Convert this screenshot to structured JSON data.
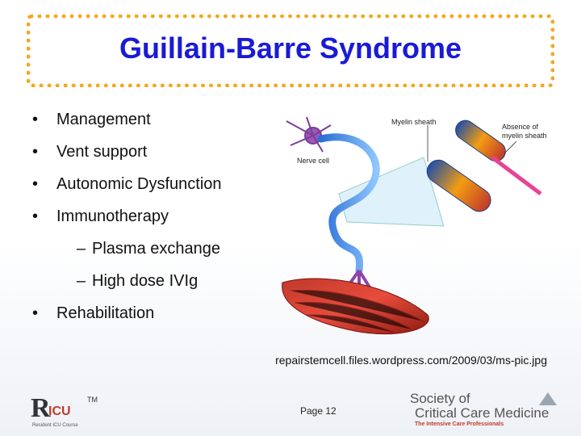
{
  "slide": {
    "title": "Guillain-Barre Syndrome",
    "bullets": [
      {
        "marker": "•",
        "text": "Management"
      },
      {
        "marker": "•",
        "text": "Vent support"
      },
      {
        "marker": "•",
        "text": "Autonomic Dysfunction"
      },
      {
        "marker": "•",
        "text": "Immunotherapy"
      },
      {
        "marker": "–",
        "text": "Plasma exchange"
      },
      {
        "marker": "–",
        "text": "High dose IVIg"
      },
      {
        "marker": "•",
        "text": "Rehabilitation"
      }
    ],
    "figure_labels": {
      "nerve_cell": "Nerve cell",
      "myelin_sheath": "Myelin sheath",
      "absence_line1": "Absence of",
      "absence_line2": "myelin sheath"
    },
    "caption": "repairstemcell.files.wordpress.com/2009/03/ms-pic.jpg",
    "page": "Page 12"
  },
  "logos": {
    "left_mark": "R",
    "left_mark_small": "ICU",
    "left_tm": "TM",
    "left_sub": "Resident ICU Course",
    "right_line1": "Society of",
    "right_line2": "Critical Care Medicine",
    "right_line3": "The Intensive Care Professionals"
  },
  "colors": {
    "title": "#1a1ad6",
    "frame": "#f5a623"
  }
}
